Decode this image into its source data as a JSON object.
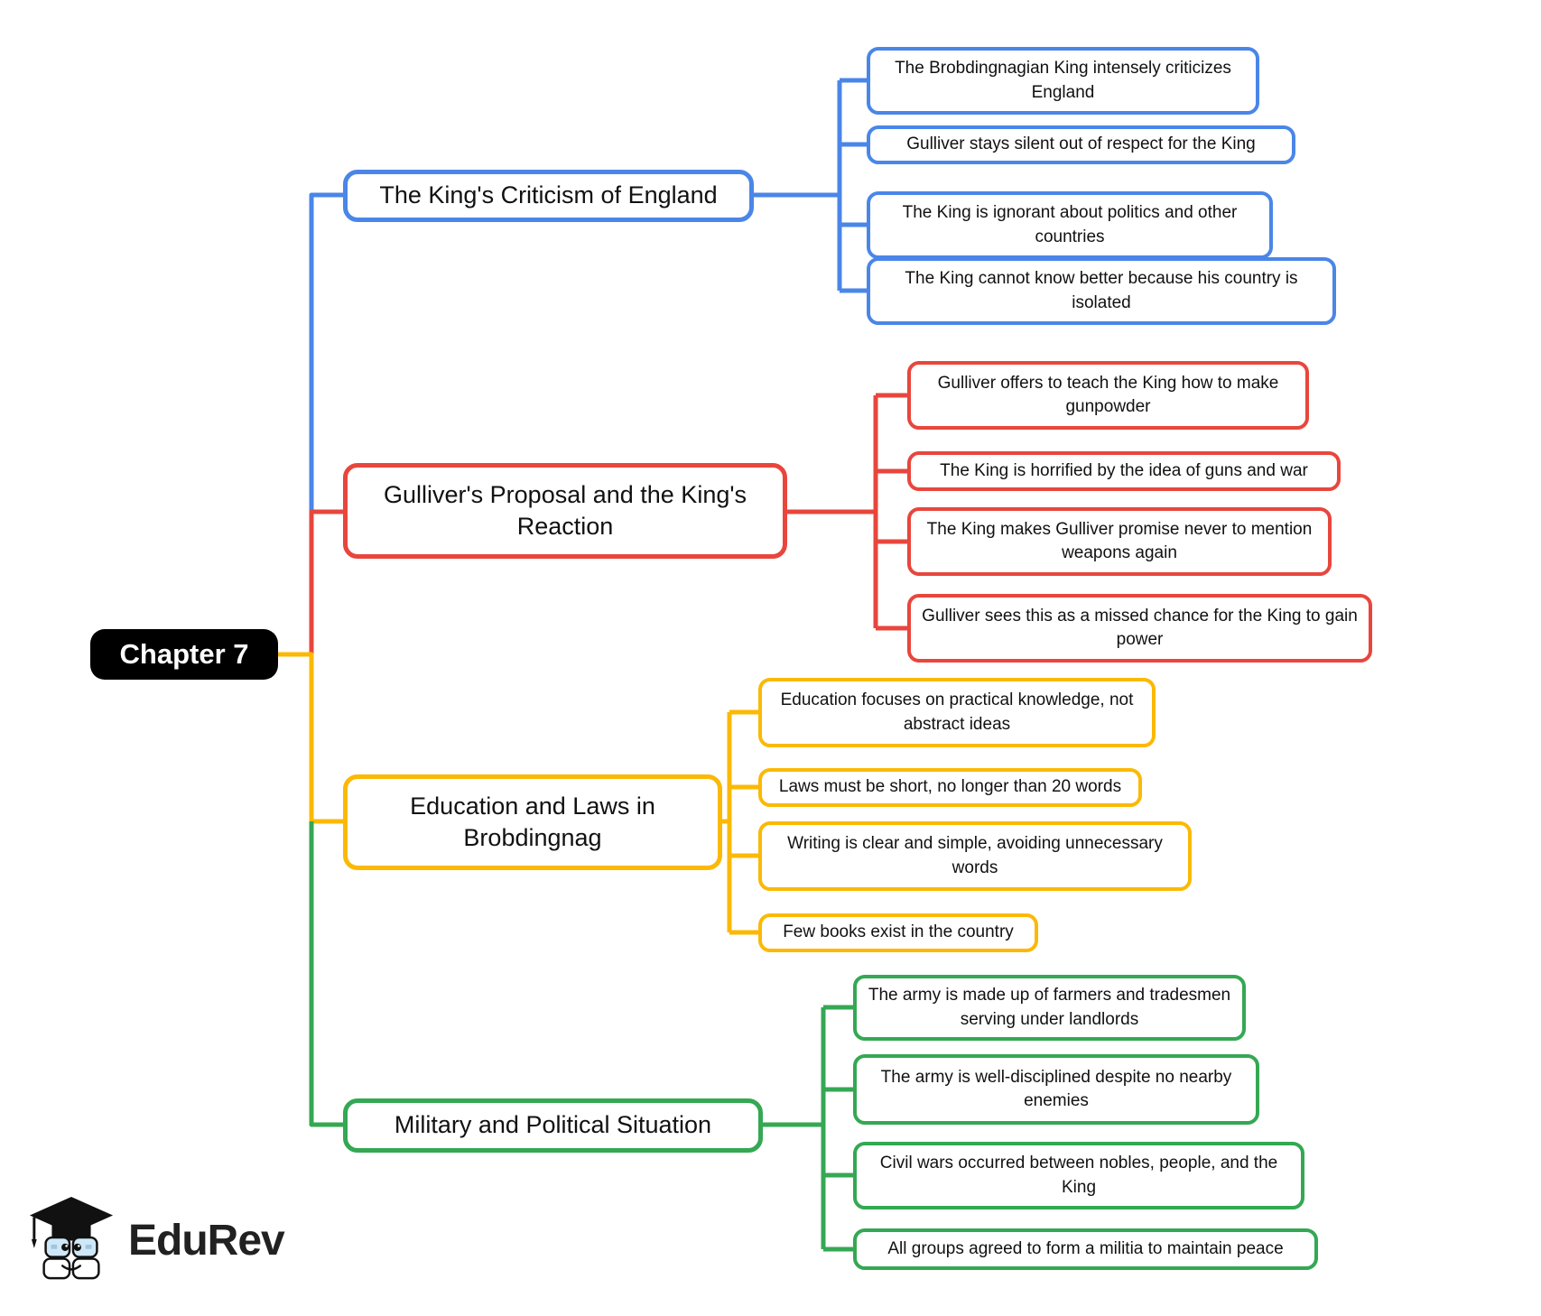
{
  "root": {
    "label": "Chapter 7"
  },
  "branches": [
    {
      "label": "The King's Criticism of England",
      "color": "#4a86e8",
      "children": [
        "The Brobdingnagian King intensely criticizes England",
        "Gulliver stays silent out of respect for the King",
        "The King is ignorant about politics and other countries",
        "The King cannot know better because his country is isolated"
      ]
    },
    {
      "label": "Gulliver's Proposal and the King's Reaction",
      "color": "#e8463d",
      "children": [
        "Gulliver offers to teach the King how to make gunpowder",
        "The King is horrified by the idea of guns and war",
        "The King makes Gulliver promise never to mention weapons again",
        "Gulliver sees this as a missed chance for the King to gain power"
      ]
    },
    {
      "label": "Education and Laws in Brobdingnag",
      "color": "#fbb905",
      "children": [
        "Education focuses on practical knowledge, not abstract ideas",
        "Laws must be short, no longer than 20 words",
        "Writing is clear and simple, avoiding unnecessary words",
        "Few books exist in the country"
      ]
    },
    {
      "label": "Military and Political Situation",
      "color": "#34a853",
      "children": [
        "The army is made up of farmers and tradesmen serving under landlords",
        "The army is well-disciplined despite no nearby enemies",
        "Civil wars occurred between nobles, people, and the King",
        "All groups agreed to form a militia to maintain peace"
      ]
    }
  ],
  "logo": {
    "text": "EduRev"
  }
}
